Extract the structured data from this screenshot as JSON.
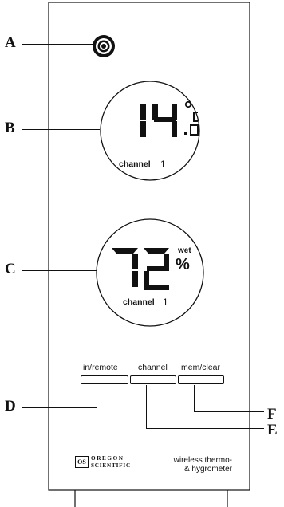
{
  "callouts": {
    "a": "A",
    "b": "B",
    "c": "C",
    "d": "D",
    "e": "E",
    "f": "F"
  },
  "temperature_display": {
    "value_main": "14",
    "value_decimal": "0",
    "unit": "°C",
    "channel_label": "channel",
    "channel_number": "1"
  },
  "humidity_display": {
    "value": "72",
    "wet_label": "wet",
    "unit": "%",
    "channel_label": "channel",
    "channel_number": "1"
  },
  "buttons": [
    {
      "label": "in/remote"
    },
    {
      "label": "channel"
    },
    {
      "label": "mem/clear"
    }
  ],
  "brand": {
    "line1": "OREGON",
    "line2": "SCIENTIFIC",
    "logo_icon": "os-logo-icon"
  },
  "description": {
    "line1": "wireless thermo-",
    "line2": "& hygrometer"
  },
  "icons": {
    "sensor": "wireless-signal-icon"
  }
}
